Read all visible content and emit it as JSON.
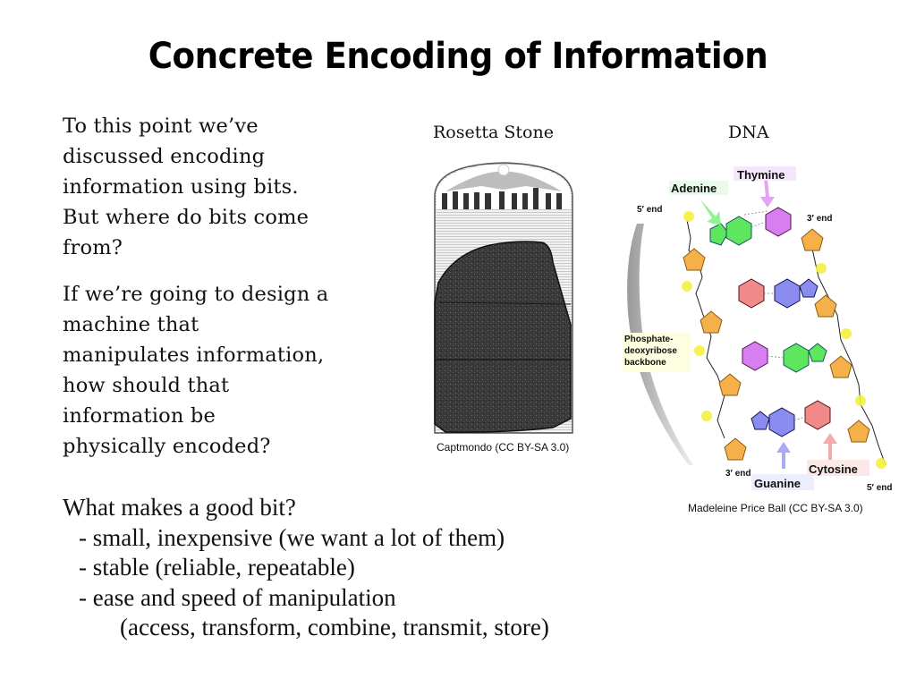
{
  "slide": {
    "title": "Concrete Encoding of Information",
    "paragraph1": {
      "lines": [
        "To this point we’ve",
        "discussed encoding",
        "information using bits.",
        "But where do bits come",
        "from?"
      ]
    },
    "paragraph2": {
      "lines": [
        "If we’re going to design a",
        "machine that",
        "manipulates information,",
        "how should that",
        "information be",
        "physically encoded?"
      ]
    },
    "good_bit": {
      "question": "What makes a good bit?",
      "bullets": [
        "- small, inexpensive (we want a lot of them)",
        "- stable (reliable, repeatable)",
        "- ease and speed of manipulation"
      ],
      "sub_bullet": "(access, transform, combine, transmit, store)"
    },
    "figures": {
      "rosetta": {
        "heading": "Rosetta Stone",
        "credit": "Captmondo (CC BY-SA 3.0)"
      },
      "dna": {
        "heading": "DNA",
        "credit": "Madeleine Price Ball (CC BY-SA 3.0)",
        "labels": {
          "adenine": "Adenine",
          "thymine": "Thymine",
          "guanine": "Guanine",
          "cytosine": "Cytosine",
          "five_end_top": "5′ end",
          "three_end_top": "3′ end",
          "three_end_bottom": "3′ end",
          "five_end_bottom": "5′ end",
          "backbone_line1": "Phosphate-",
          "backbone_line2": "deoxyribose",
          "backbone_line3": "backbone"
        },
        "colors": {
          "adenine": "#5ee65e",
          "thymine": "#d77ef0",
          "guanine": "#8a8cf0",
          "cytosine": "#f08a8a",
          "sugar": "#f5b04a",
          "phosphate": "#f4f040"
        }
      }
    }
  }
}
